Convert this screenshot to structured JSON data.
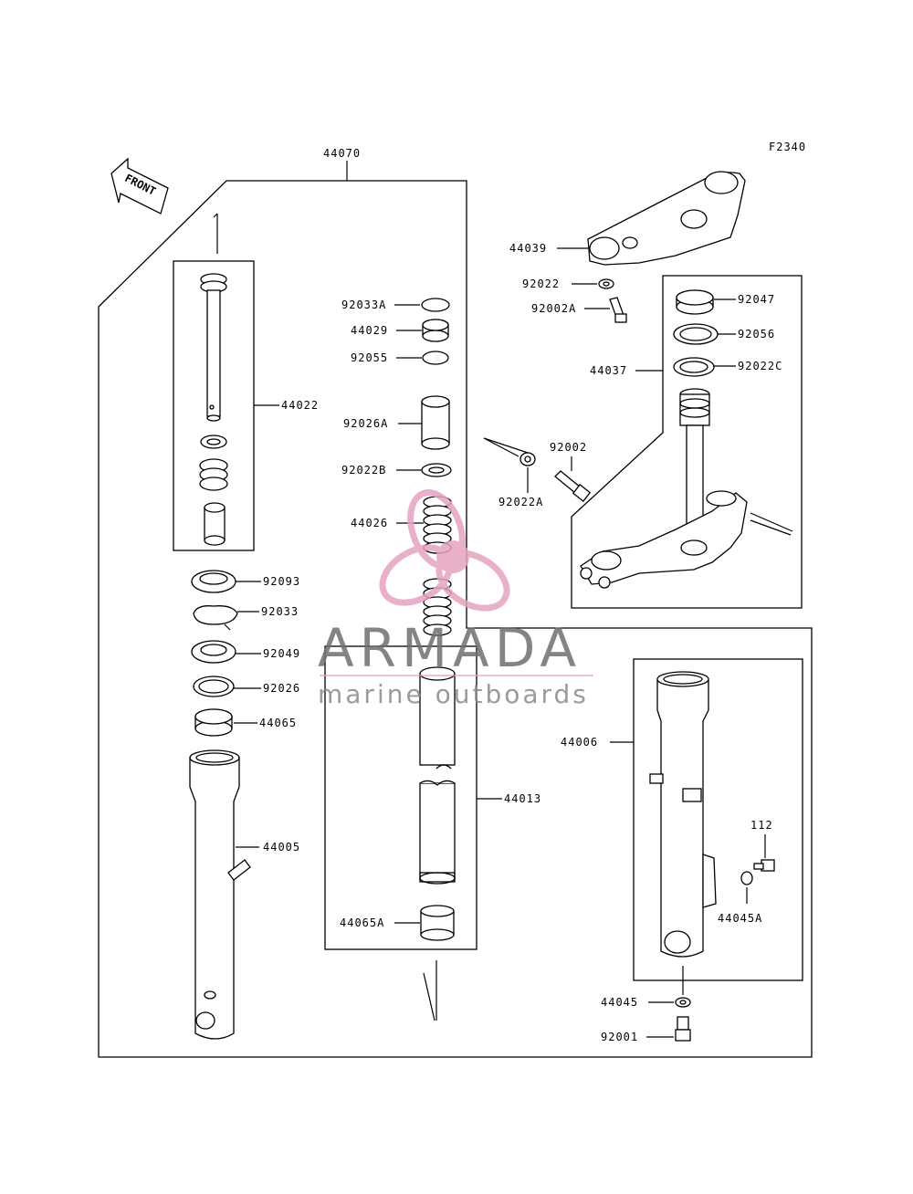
{
  "figure_code": "F2340",
  "front_label": "FRONT",
  "watermark": {
    "brand": "ARMADA",
    "tagline": "marine outboards",
    "accent_color": "#e6a3c0"
  },
  "parts": {
    "p44070": "44070",
    "p44022": "44022",
    "p92033A": "92033A",
    "p44029": "44029",
    "p92055": "92055",
    "p92026A": "92026A",
    "p92022B": "92022B",
    "p44026": "44026",
    "p92093": "92093",
    "p92033": "92033",
    "p92049": "92049",
    "p92026": "92026",
    "p44065": "44065",
    "p44005": "44005",
    "p44013": "44013",
    "p44065A": "44065A",
    "p44039": "44039",
    "p92022": "92022",
    "p92002A": "92002A",
    "p92047": "92047",
    "p92056": "92056",
    "p44037": "44037",
    "p92022C": "92022C",
    "p92002": "92002",
    "p92022A": "92022A",
    "p44006": "44006",
    "p112": "112",
    "p44045A": "44045A",
    "p44045": "44045",
    "p92001": "92001"
  }
}
